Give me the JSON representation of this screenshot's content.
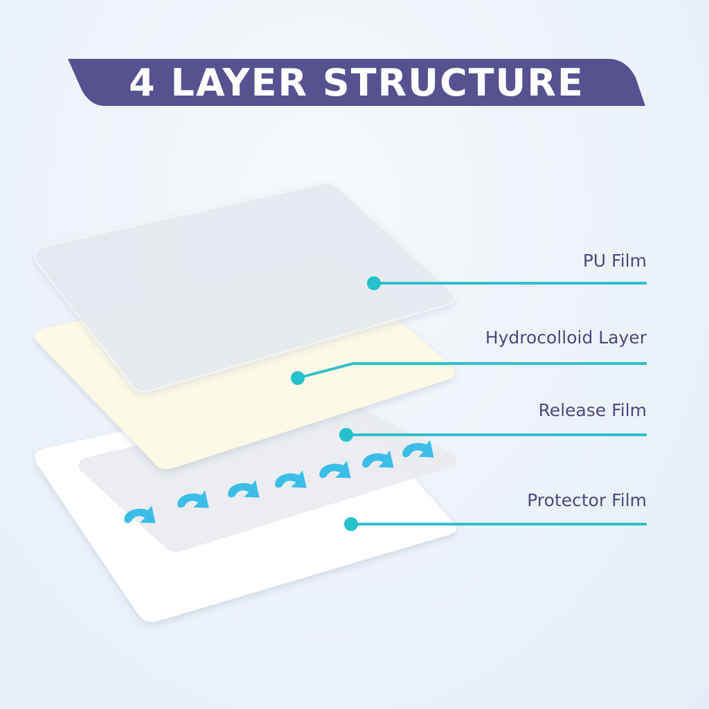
{
  "header": {
    "title": "4 LAYER STRUCTURE"
  },
  "layers": [
    {
      "label": "PU Film",
      "color": "#e9edf2"
    },
    {
      "label": "Hydrocolloid Layer",
      "color": "#fdf9e7"
    },
    {
      "label": "Release Film",
      "color": "#ebedf0"
    },
    {
      "label": "Protector Film",
      "color": "#ffffff"
    }
  ],
  "colors": {
    "banner": "#56518f",
    "callout_line": "#2fc0c8",
    "label_text": "#4a4a7a",
    "arrow": "#3bbde8"
  },
  "icons": {
    "release_tab_arrows": "curved-arrow-icon",
    "arrow_count": 7
  }
}
